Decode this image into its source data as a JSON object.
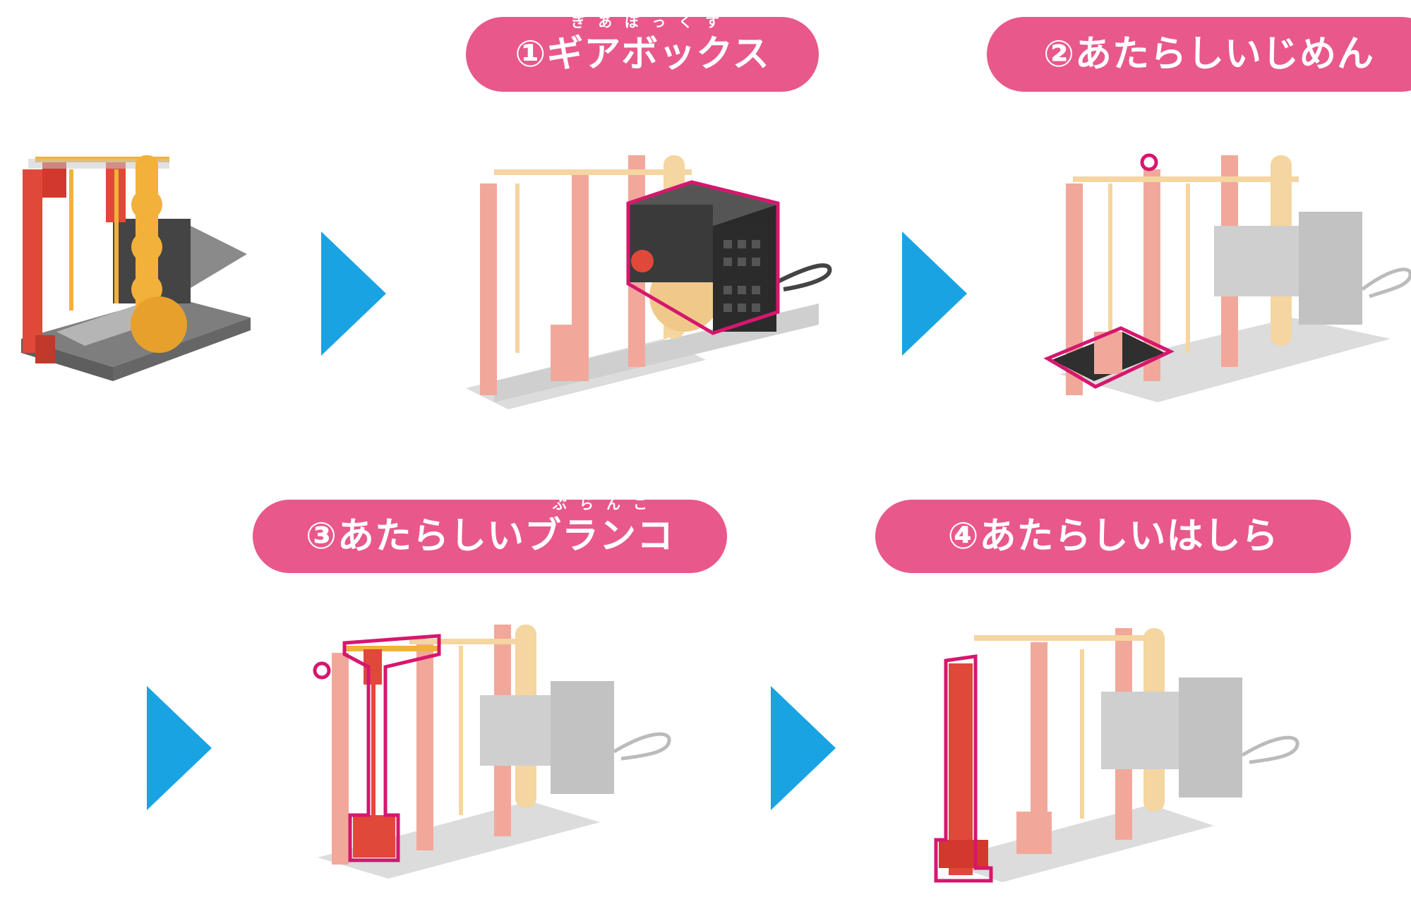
{
  "steps": [
    {
      "label": "①ギアボックス",
      "ruby": "ぎあぼっくす"
    },
    {
      "label": "②あたらしいじめん",
      "ruby": ""
    },
    {
      "label": "③あたらしいブランコ",
      "ruby": "ぶらんこ"
    },
    {
      "label": "④あたらしいはしら",
      "ruby": ""
    }
  ],
  "colors": {
    "pill": "#e9588a",
    "arrow": "#1aa3e3",
    "highlight": "#d6176e",
    "frame": "#e0483a",
    "frame_faded": "#f1a89a",
    "gear": "#f2b13a",
    "gear_faded": "#f5d5a0",
    "gray": "#9b9b9b",
    "gray_faded": "#cfcfcf",
    "dark": "#2f2f2f"
  }
}
